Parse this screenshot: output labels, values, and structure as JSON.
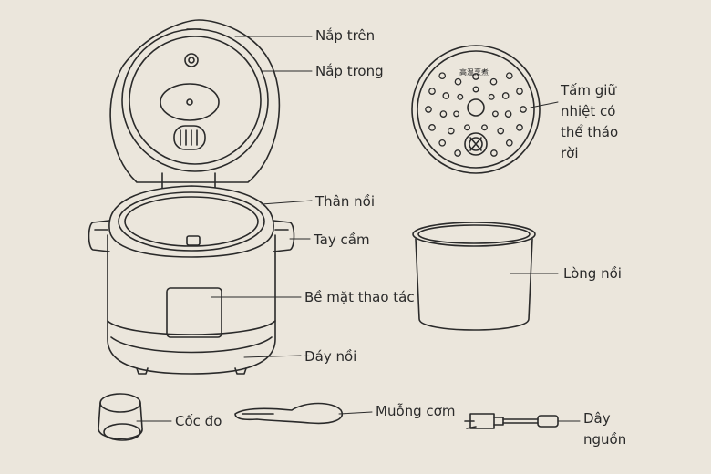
{
  "labels": {
    "lid_top": "Nắp trên",
    "lid_inner": "Nắp trong",
    "heat_plate": "Tấm giữ\nnhiệt có\nthể tháo\nrời",
    "body": "Thân nồi",
    "handle": "Tay cầm",
    "inner_pot": "Lòng nồi",
    "control_panel": "Bề mặt thao tác",
    "base": "Đáy nồi",
    "measuring_cup": "Cốc đo",
    "rice_spoon": "Muỗng cơm",
    "power_cord": "Dây\nnguồn"
  },
  "plate_stamp": "高温烹煮",
  "colors": {
    "background": "#ebe6dc",
    "line": "#2a2a2a"
  }
}
